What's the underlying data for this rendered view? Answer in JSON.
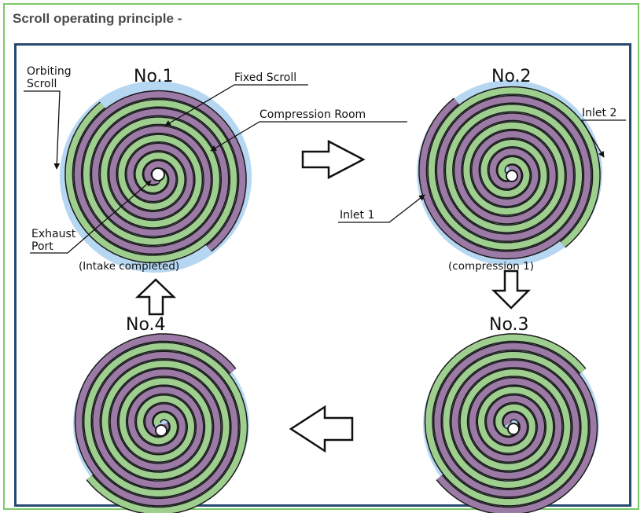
{
  "heading": "Scroll operating principle -",
  "stages": [
    {
      "title": "No.1",
      "caption": "(Intake completed)"
    },
    {
      "title": "No.2",
      "caption": "(compression 1)"
    },
    {
      "title": "No.3",
      "caption": ""
    },
    {
      "title": "No.4",
      "caption": ""
    }
  ],
  "callouts": {
    "orbiting_scroll": [
      "Orbiting",
      "Scroll"
    ],
    "fixed_scroll": "Fixed Scroll",
    "compression_room": "Compression Room",
    "exhaust_port": [
      "Exhaust",
      "Port"
    ],
    "inlet_1": "Inlet 1",
    "inlet_2": "Inlet 2"
  },
  "colors": {
    "orbiting_scroll": "#9c7aa6",
    "fixed_scroll": "#9fcf8f",
    "compression_room": "#b6d7f2",
    "outline": "#1a1a1a",
    "frame": "#7cc96a",
    "panel_border": "#274a6e"
  }
}
